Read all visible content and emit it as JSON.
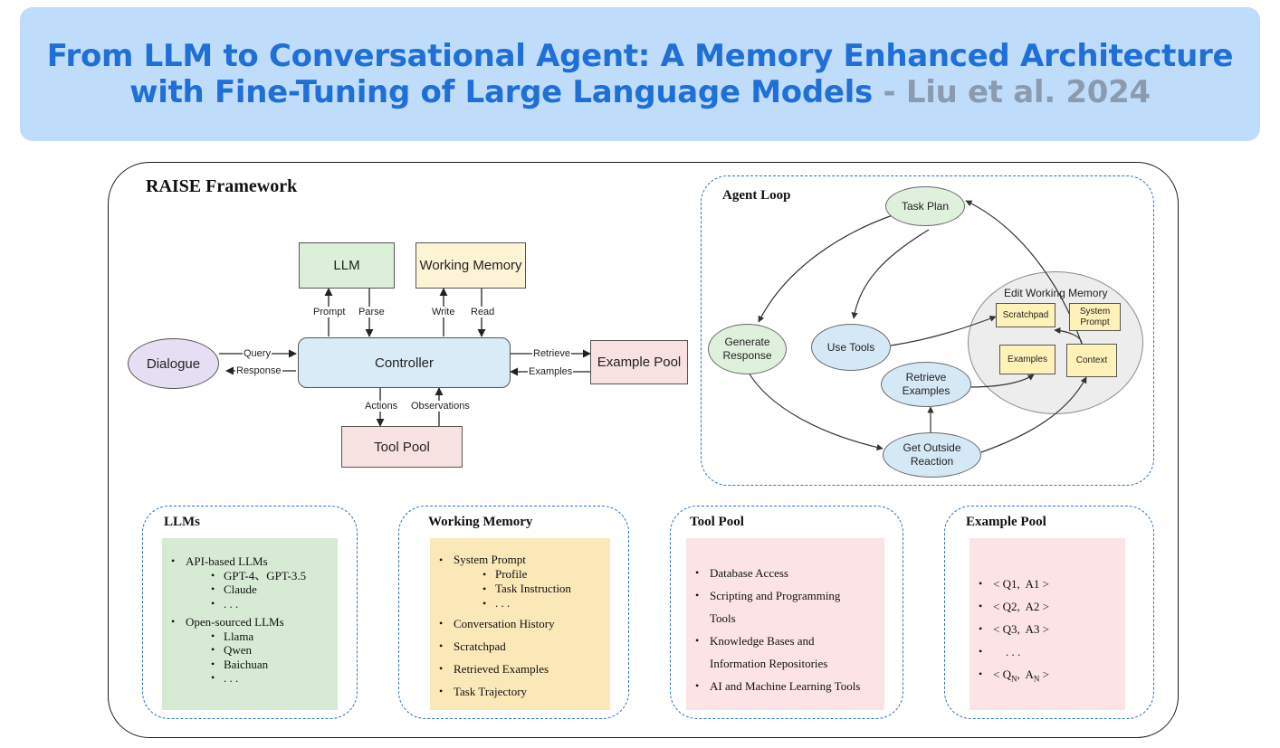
{
  "banner": {
    "title_line1": "From LLM to Conversational Agent: A Memory Enhanced Architecture",
    "title_line2": "with Fine-Tuning of Large Language Models",
    "separator": "-",
    "citation": "Liu et al. 2024"
  },
  "framework": {
    "title": "RAISE Framework",
    "boxes": {
      "llm": "LLM",
      "working_memory": "Working Memory",
      "controller": "Controller",
      "dialogue": "Dialogue",
      "example_pool": "Example Pool",
      "tool_pool": "Tool Pool"
    },
    "edge_labels": {
      "prompt": "Prompt",
      "parse": "Parse",
      "write": "Write",
      "read": "Read",
      "query": "Query",
      "response": "Response",
      "retrieve": "Retrieve",
      "examples": "Examples",
      "actions": "Actions",
      "observations": "Observations"
    },
    "colors": {
      "llm_fill": "#dcefd9",
      "working_memory_fill": "#fdf4d6",
      "controller_fill": "#d8ebf7",
      "dialogue_fill": "#e6def3",
      "pool_fill": "#f8e1e1"
    }
  },
  "agent_loop": {
    "title": "Agent Loop",
    "nodes": {
      "task_plan": "Task Plan",
      "generate_response_1": "Generate",
      "generate_response_2": "Response",
      "use_tools": "Use Tools",
      "retrieve_examples_1": "Retrieve",
      "retrieve_examples_2": "Examples",
      "get_outside_reaction_1": "Get Outside",
      "get_outside_reaction_2": "Reaction"
    },
    "edit_working_memory": {
      "title": "Edit Working Memory",
      "scratchpad": "Scratchpad",
      "system_prompt_1": "System",
      "system_prompt_2": "Prompt",
      "examples": "Examples",
      "context": "Context"
    },
    "colors": {
      "task_plan_fill": "#dff0dc",
      "generate_fill": "#dff0dc",
      "blue_node_fill": "#d5e8f6",
      "memory_bg": "#ededed",
      "mini_fill": "#fff2b8"
    }
  },
  "cards": {
    "llms": {
      "title": "LLMs",
      "groups": [
        {
          "label": "API-based LLMs",
          "items": [
            "GPT-4、GPT-3.5",
            "Claude",
            ". . ."
          ]
        },
        {
          "label": "Open-sourced LLMs",
          "items": [
            "Llama",
            "Qwen",
            "Baichuan",
            ". . ."
          ]
        }
      ],
      "fill": "#d7ebd4"
    },
    "working_memory": {
      "title": "Working Memory",
      "system_prompt": "System Prompt",
      "system_prompt_items": [
        "Profile",
        "Task Instruction",
        ". . ."
      ],
      "items": [
        "Conversation History",
        "Scratchpad",
        "Retrieved Examples",
        "Task  Trajectory"
      ],
      "fill": "#fbe8b8"
    },
    "tool_pool": {
      "title": "Tool  Pool",
      "items": [
        {
          "line1": "Database Access"
        },
        {
          "line1": "Scripting and Programming",
          "line2": "Tools"
        },
        {
          "line1": "Knowledge Bases and",
          "line2": "Information Repositories"
        },
        {
          "line1": "AI and Machine Learning Tools"
        }
      ],
      "fill": "#fce4e6"
    },
    "example_pool": {
      "title": "Example  Pool",
      "items": [
        {
          "q": "Q1",
          "a": "A1"
        },
        {
          "q": "Q2",
          "a": "A2"
        },
        {
          "q": "Q3",
          "a": "A3"
        }
      ],
      "ellipsis": ". . .",
      "last": {
        "q": "Q",
        "q_sub": "N",
        "a": "A",
        "a_sub": "N"
      },
      "fill": "#fce4e6"
    }
  }
}
